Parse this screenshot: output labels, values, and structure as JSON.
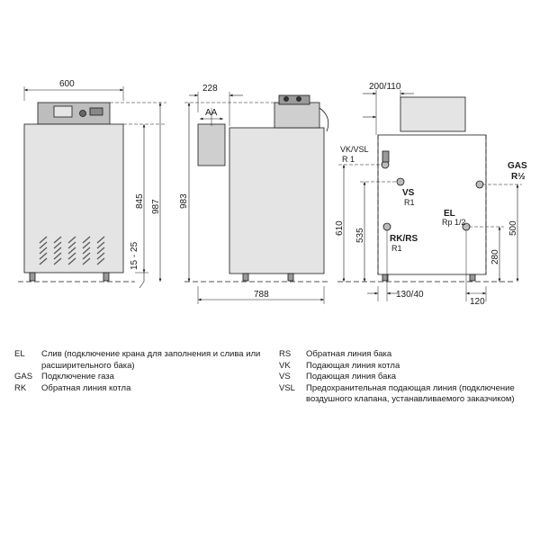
{
  "dimensions": {
    "front_width": "600",
    "front_height_total": "987",
    "front_height_body": "845",
    "front_feet": "15 - 25",
    "side_offset": "228",
    "side_aa": "AA",
    "side_height": "983",
    "side_depth": "788",
    "back_top_offset": "200/110",
    "back_610": "610",
    "back_535": "535",
    "back_500": "500",
    "back_280": "280",
    "back_130_40": "130/40",
    "back_120": "120"
  },
  "connections": {
    "vk_vsl": "VK/VSL",
    "vk_vsl_size": "R 1",
    "vs": "VS",
    "vs_size": "R1",
    "rk_rs": "RK/RS",
    "rk_rs_size": "R1",
    "gas": "GAS",
    "gas_size": "R½",
    "el": "EL",
    "el_size": "Rp 1/2"
  },
  "legend_left": [
    {
      "code": "EL",
      "desc": "Слив (подключение крана для заполнения и слива или расширительного бака)"
    },
    {
      "code": "GAS",
      "desc": "Подключение газа"
    },
    {
      "code": "RK",
      "desc": "Обратная линия котла"
    }
  ],
  "legend_right": [
    {
      "code": "RS",
      "desc": "Обратная линия бака"
    },
    {
      "code": "VK",
      "desc": "Подающая линия котла"
    },
    {
      "code": "VS",
      "desc": "Подающая линия бака"
    },
    {
      "code": "VSL",
      "desc": "Предохранительная подающая линия (подключение воздушного клапана, устанавливаемого заказчиком)"
    }
  ]
}
